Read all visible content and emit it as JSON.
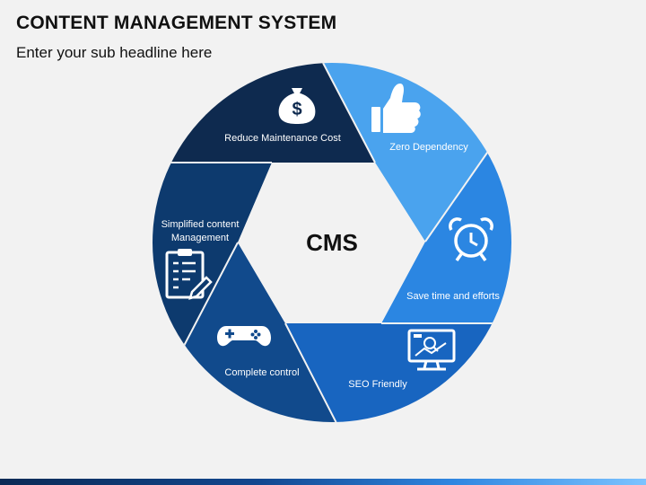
{
  "header": {
    "title": "CONTENT MANAGEMENT SYSTEM",
    "subtitle": "Enter your sub headline here"
  },
  "diagram": {
    "center_label": "CMS",
    "segments": [
      {
        "label": "Reduce Maintenance Cost",
        "icon": "money-bag-icon",
        "color": "#0e2a4f"
      },
      {
        "label": "Zero Dependency",
        "icon": "thumbs-up-icon",
        "color": "#4aa3ee"
      },
      {
        "label": "Save time and efforts",
        "icon": "alarm-clock-icon",
        "color": "#2b86e2"
      },
      {
        "label": "SEO Friendly",
        "icon": "seo-monitor-icon",
        "color": "#1865c0"
      },
      {
        "label": "Complete control",
        "icon": "gamepad-icon",
        "color": "#114a8c"
      },
      {
        "label_line1": "Simplified content",
        "label_line2": "Management",
        "icon": "clipboard-icon",
        "color": "#0d3a6e"
      }
    ]
  },
  "colors": {
    "background": "#f2f2f2",
    "text_dark": "#111111"
  }
}
